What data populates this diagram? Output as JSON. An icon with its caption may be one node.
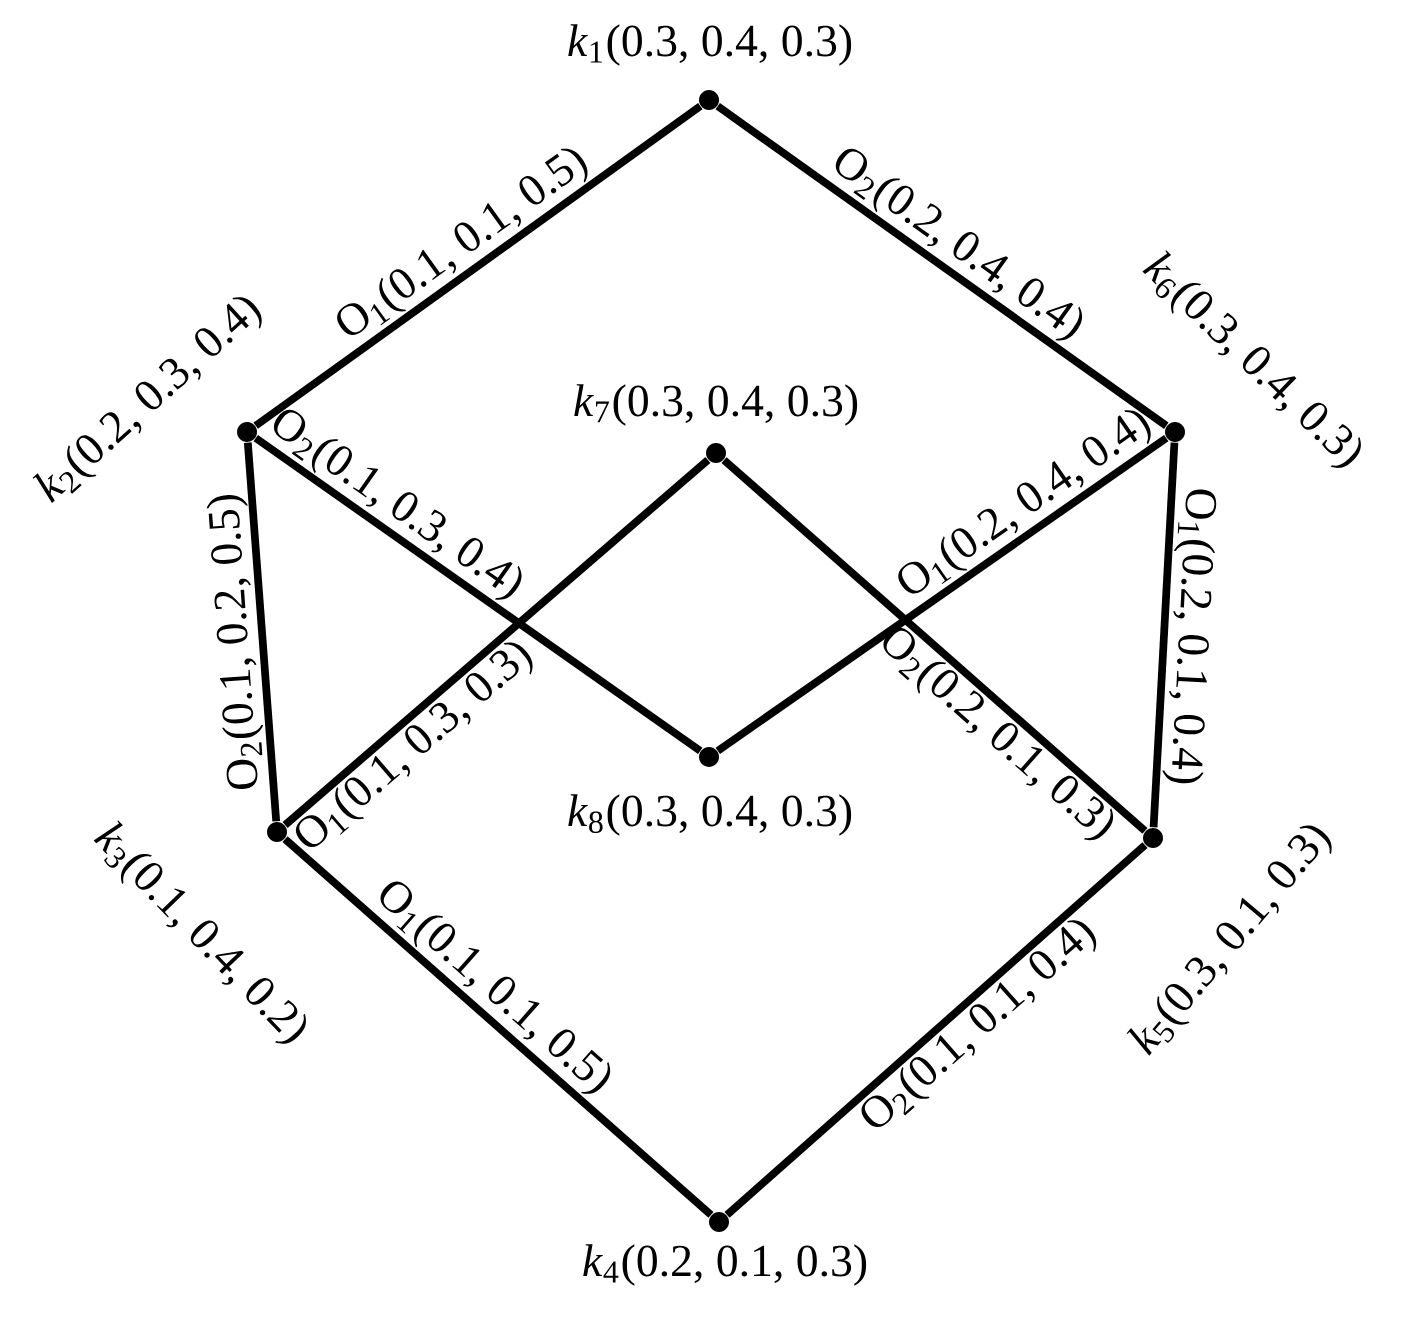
{
  "diagram": {
    "nodes": [
      {
        "text": [],
        "shape": "circle",
        "beside": [
          "*k*$_{1}$(0.3, 0.4, 0.3)"
        ]
      },
      {
        "text": [],
        "shape": "circle",
        "beside": [
          "*k*$_{2}$(0.2, 0.3, 0.4)"
        ]
      },
      {
        "text": [],
        "shape": "circle",
        "beside": [
          "*k*$_{3}$(0.1, 0.4, 0.2)"
        ]
      },
      {
        "text": [],
        "shape": "circle",
        "beside": [
          "*k*$_{4}$(0.2, 0.1, 0.3)"
        ]
      },
      {
        "text": [],
        "shape": "circle",
        "beside": [
          "*k*$_{5}$(0.3, 0.1, 0.3)"
        ]
      },
      {
        "text": [],
        "shape": "circle",
        "beside": [
          "*k*$_{6}$(0.3, 0.4, 0.3)"
        ]
      },
      {
        "text": [],
        "shape": "circle",
        "beside": [
          "*k*$_{7}$(0.3, 0.4, 0.3)"
        ]
      },
      {
        "text": [],
        "shape": "circle",
        "beside": [
          "*k*$_{8}$(0.3, 0.4, 0.3)"
        ]
      }
    ],
    "edges": [
      {
        "from": 0,
        "to": 1,
        "arrow": "none",
        "label": "O$_{1}$(0.1, 0.1, 0.5)"
      },
      {
        "from": 0,
        "to": 5,
        "arrow": "none",
        "label": "O$_{2}$(0.2, 0.4, 0.4)"
      },
      {
        "from": 1,
        "to": 2,
        "arrow": "none",
        "label": "O$_{2}$(0.1, 0.2, 0.5)"
      },
      {
        "from": 1,
        "to": 7,
        "arrow": "none",
        "label": "O$_{2}$(0.1, 0.3, 0.4)"
      },
      {
        "from": 2,
        "to": 6,
        "arrow": "none",
        "label": "O$_{1}$(0.1, 0.3, 0.3)"
      },
      {
        "from": 7,
        "to": 5,
        "arrow": "none",
        "label": "O$_{1}$(0.2, 0.4, 0.4)"
      },
      {
        "from": 6,
        "to": 4,
        "arrow": "none",
        "label": "O$_{2}$(0.2, 0.1, 0.3)"
      },
      {
        "from": 5,
        "to": 4,
        "arrow": "none",
        "label": "O$_{1}$(0.2, 0.1, 0.4)"
      },
      {
        "from": 2,
        "to": 3,
        "arrow": "none",
        "label": "O$_{1}$(0.1, 0.1, 0.5)"
      },
      {
        "from": 4,
        "to": 3,
        "arrow": "none",
        "label": "O$_{2}$(0.1, 0.1, 0.4)"
      }
    ]
  }
}
